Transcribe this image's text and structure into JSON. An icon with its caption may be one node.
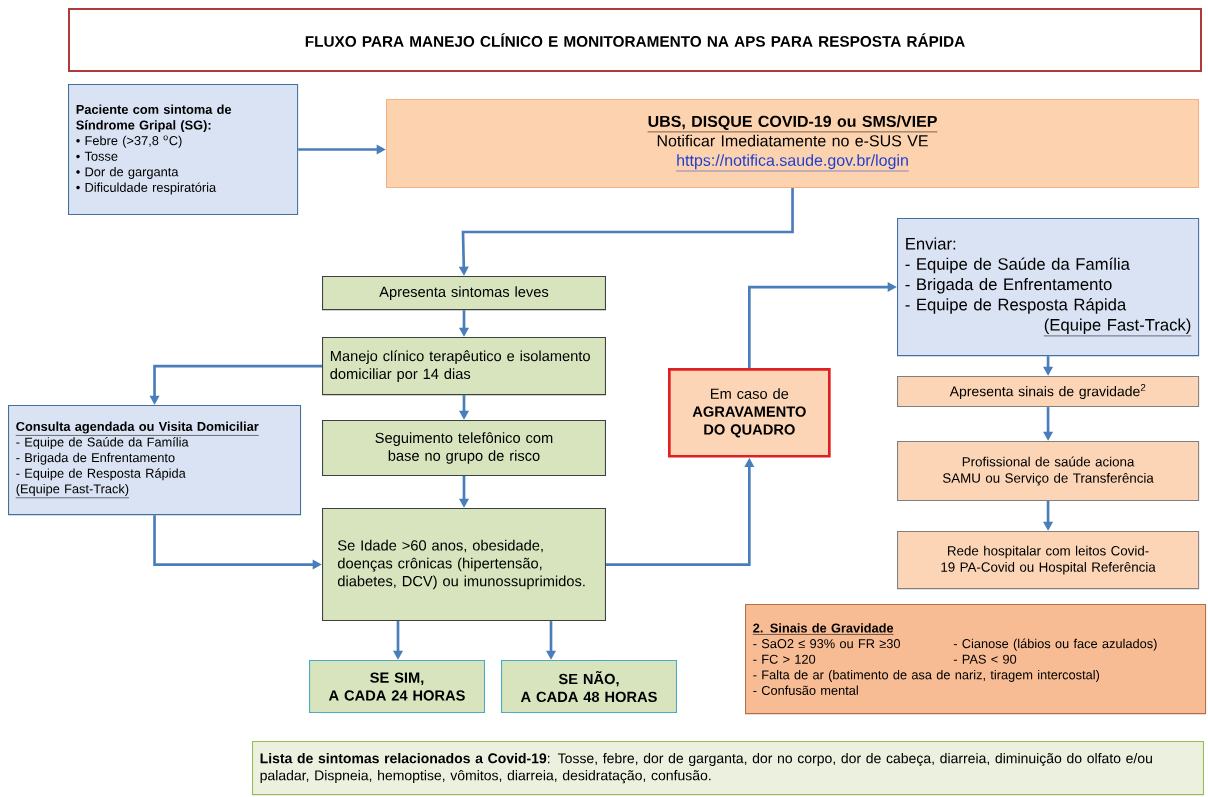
{
  "diagram": {
    "nodes": [
      {
        "text": [
          "FLUXO PARA MANEJO CLÍNICO E MONITORAMENTO NA APS PARA RESPOSTA RÁPIDA"
        ]
      },
      {
        "text": [
          "Paciente com sintoma de Síndrome Gripal (SG):",
          "• Febre (>37,8 $^{o}$C)",
          "• Tosse",
          "• Dor de garganta",
          "• Dificuldade respiratória"
        ]
      },
      {
        "text": [
          "UBS, DISQUE COVID-19 ou SMS/VIEP",
          "Notificar Imediatamente no e-SUS VE",
          "https://notifica.saude.gov.br/login"
        ]
      },
      {
        "text": [
          "Apresenta sintomas leves"
        ]
      },
      {
        "text": [
          "Enviar:",
          "- Equipe de Saúde da Família",
          "- Brigada de Enfrentamento",
          "- Equipe de Resposta Rápida",
          "(Equipe Fast-Track)"
        ]
      },
      {
        "text": [
          "Manejo clínico terapêutico e isolamento domiciliar por 14 dias"
        ]
      },
      {
        "text": [
          "Em caso de",
          "AGRAVAMENTO DO QUADRO"
        ]
      },
      {
        "text": [
          "Apresenta sinais de gravidade$^{2}$"
        ]
      },
      {
        "text": [
          "Consulta agendada ou Visita Domiciliar",
          "- Equipe de Saúde da Família",
          "- Brigada de Enfrentamento",
          "- Equipe de Resposta Rápida",
          "(Equipe Fast-Track)"
        ]
      },
      {
        "text": [
          "Seguimento telefônico com base no grupo de risco"
        ]
      },
      {
        "text": [
          "Profissional de saúde aciona SAMU ou Serviço de Transferência"
        ]
      },
      {
        "text": [
          "Se Idade >60 anos, obesidade, doenças crônicas (hipertensão, diabetes, DCV) ou imunossuprimidos."
        ]
      },
      {
        "text": [
          "Rede hospitalar com leitos Covid-19 PA-Covid ou Hospital Referência"
        ]
      },
      {
        "text": [
          "2. Sinais de Gravidade",
          "- SaO2 ≤ 93% ou FR ≥30",
          "- Cianose (lábios ou face azulados)",
          "- FC > 120",
          "- PAS < 90",
          "- Falta de ar (batimento de asa de nariz, tiragem intercostal)",
          "- Confusão mental"
        ]
      },
      {
        "text": [
          "SE SIM,",
          "A CADA 24 HORAS"
        ]
      },
      {
        "text": [
          "SE NÃO,",
          "A CADA 48 HORAS"
        ]
      },
      {
        "text": [
          "**Lista de sintomas relacionados a Covid-19**: Tosse, febre, dor de garganta, dor no corpo, dor de cabeça, diarreia, diminuição do olfato e/ou paladar, Dispneia, hemoptise, vômitos, diarreia, desidratação, confusão."
        ]
      }
    ],
    "edges": [
      {
        "from": 1,
        "to": 2,
        "arrow": "to"
      },
      {
        "from": 2,
        "to": 3,
        "arrow": "to"
      },
      {
        "from": 3,
        "to": 5,
        "arrow": "to"
      },
      {
        "from": 5,
        "to": 8,
        "arrow": "to"
      },
      {
        "from": 5,
        "to": 9,
        "arrow": "to"
      },
      {
        "from": 9,
        "to": 11,
        "arrow": "to"
      },
      {
        "from": 8,
        "to": 11,
        "arrow": "to"
      },
      {
        "from": 11,
        "to": 6,
        "arrow": "to"
      },
      {
        "from": 6,
        "to": 4,
        "arrow": "to"
      },
      {
        "from": 4,
        "to": 7,
        "arrow": "to"
      },
      {
        "from": 7,
        "to": 10,
        "arrow": "to"
      },
      {
        "from": 10,
        "to": 12,
        "arrow": "to"
      },
      {
        "from": 11,
        "to": 14,
        "arrow": "to"
      },
      {
        "from": 11,
        "to": 15,
        "arrow": "to"
      }
    ]
  }
}
